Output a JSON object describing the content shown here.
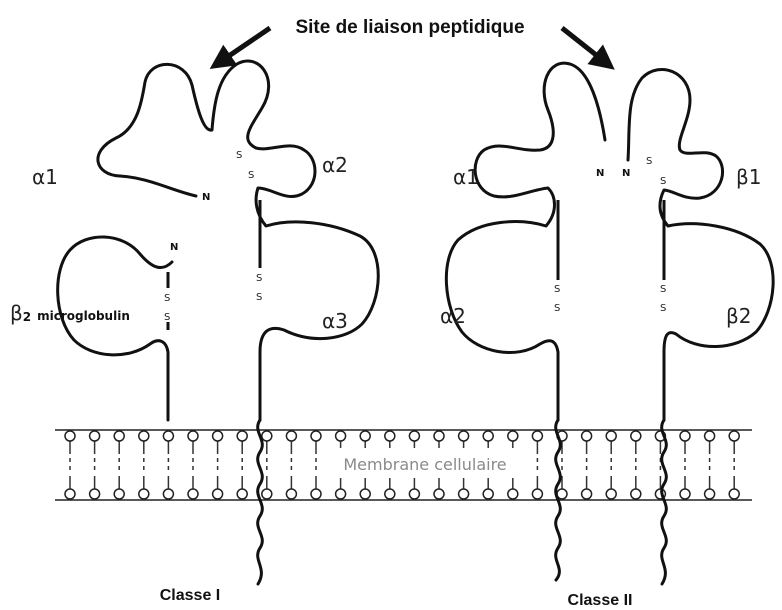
{
  "title": "Site de liaison peptidique",
  "membrane_label": "Membrane cellulaire",
  "class1": {
    "label": "Classe I",
    "alpha1": "α1",
    "alpha2": "α2",
    "alpha3": "α3",
    "b2_symbol": "β",
    "b2_subscript": "2",
    "b2_word": "microglobulin",
    "n_terminus": "N",
    "n_terminus_b2": "N",
    "s": "S"
  },
  "class2": {
    "label": "Classe II",
    "alpha1": "α1",
    "alpha2": "α2",
    "beta1": "β1",
    "beta2": "β2",
    "n_left": "N",
    "n_right": "N",
    "s": "S"
  },
  "colors": {
    "line": "#111111",
    "membrane_text": "#8a8a8a"
  }
}
